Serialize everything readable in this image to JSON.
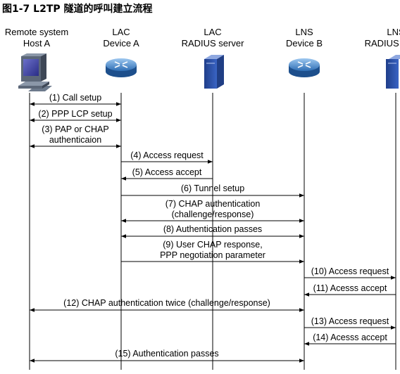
{
  "figure": {
    "title": "图1-7  L2TP 隧道的呼叫建立流程"
  },
  "nodes": [
    {
      "id": "host",
      "line1": "Remote system",
      "line2": "Host A",
      "icon": "computer-icon"
    },
    {
      "id": "lac",
      "line1": "LAC",
      "line2": "Device A",
      "icon": "router-icon"
    },
    {
      "id": "lac_radius",
      "line1": "LAC",
      "line2": "RADIUS server",
      "icon": "server-icon"
    },
    {
      "id": "lns",
      "line1": "LNS",
      "line2": "Device B",
      "icon": "router-icon"
    },
    {
      "id": "lns_radius",
      "line1": "LNS",
      "line2": "RADIUS server",
      "icon": "server-icon"
    }
  ],
  "messages": [
    {
      "from": "host",
      "to": "lac",
      "both": true,
      "lines": [
        "(1) Call setup"
      ]
    },
    {
      "from": "host",
      "to": "lac",
      "both": true,
      "lines": [
        "(2) PPP LCP setup"
      ]
    },
    {
      "from": "host",
      "to": "lac",
      "both": true,
      "lines": [
        "(3) PAP or CHAP",
        "authenticaion"
      ]
    },
    {
      "from": "lac",
      "to": "lac_radius",
      "both": false,
      "lines": [
        "(4) Access request"
      ]
    },
    {
      "from": "lac_radius",
      "to": "lac",
      "both": false,
      "lines": [
        "(5) Access accept"
      ]
    },
    {
      "from": "lac",
      "to": "lns",
      "both": false,
      "lines": [
        "(6) Tunnel setup"
      ]
    },
    {
      "from": "lac",
      "to": "lns",
      "both": true,
      "lines": [
        "(7) CHAP authentication",
        "(challenge/response)"
      ]
    },
    {
      "from": "lac",
      "to": "lns",
      "both": true,
      "lines": [
        "(8) Authentication passes"
      ]
    },
    {
      "from": "lac",
      "to": "lns",
      "both": false,
      "lines": [
        "(9) User CHAP response,",
        "PPP negotiation parameter"
      ]
    },
    {
      "from": "lns",
      "to": "lns_radius",
      "both": false,
      "lines": [
        "(10) Access request"
      ]
    },
    {
      "from": "lns_radius",
      "to": "lns",
      "both": false,
      "lines": [
        "(11) Acesss accept"
      ]
    },
    {
      "from": "host",
      "to": "lns",
      "both": true,
      "lines": [
        "(12) CHAP authentication twice (challenge/response)"
      ]
    },
    {
      "from": "lns",
      "to": "lns_radius",
      "both": false,
      "lines": [
        "(13) Access request"
      ]
    },
    {
      "from": "lns_radius",
      "to": "lns",
      "both": false,
      "lines": [
        "(14) Acesss accept"
      ]
    },
    {
      "from": "host",
      "to": "lns",
      "both": true,
      "lines": [
        "(15) Authentication passes"
      ]
    }
  ]
}
